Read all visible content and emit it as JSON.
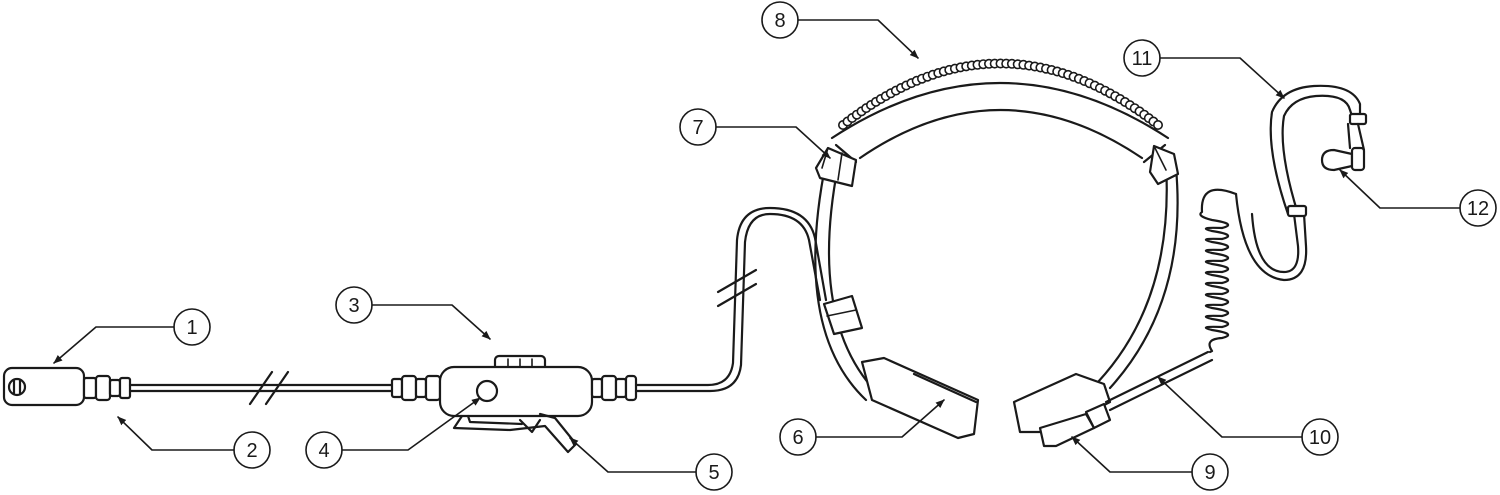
{
  "callouts": [
    {
      "id": "1",
      "label": "1"
    },
    {
      "id": "2",
      "label": "2"
    },
    {
      "id": "3",
      "label": "3"
    },
    {
      "id": "4",
      "label": "4"
    },
    {
      "id": "5",
      "label": "5"
    },
    {
      "id": "6",
      "label": "6"
    },
    {
      "id": "7",
      "label": "7"
    },
    {
      "id": "8",
      "label": "8"
    },
    {
      "id": "9",
      "label": "9"
    },
    {
      "id": "10",
      "label": "10"
    },
    {
      "id": "11",
      "label": "11"
    },
    {
      "id": "12",
      "label": "12"
    }
  ],
  "colors": {
    "line": "#1a1a1a",
    "background": "#ffffff"
  }
}
